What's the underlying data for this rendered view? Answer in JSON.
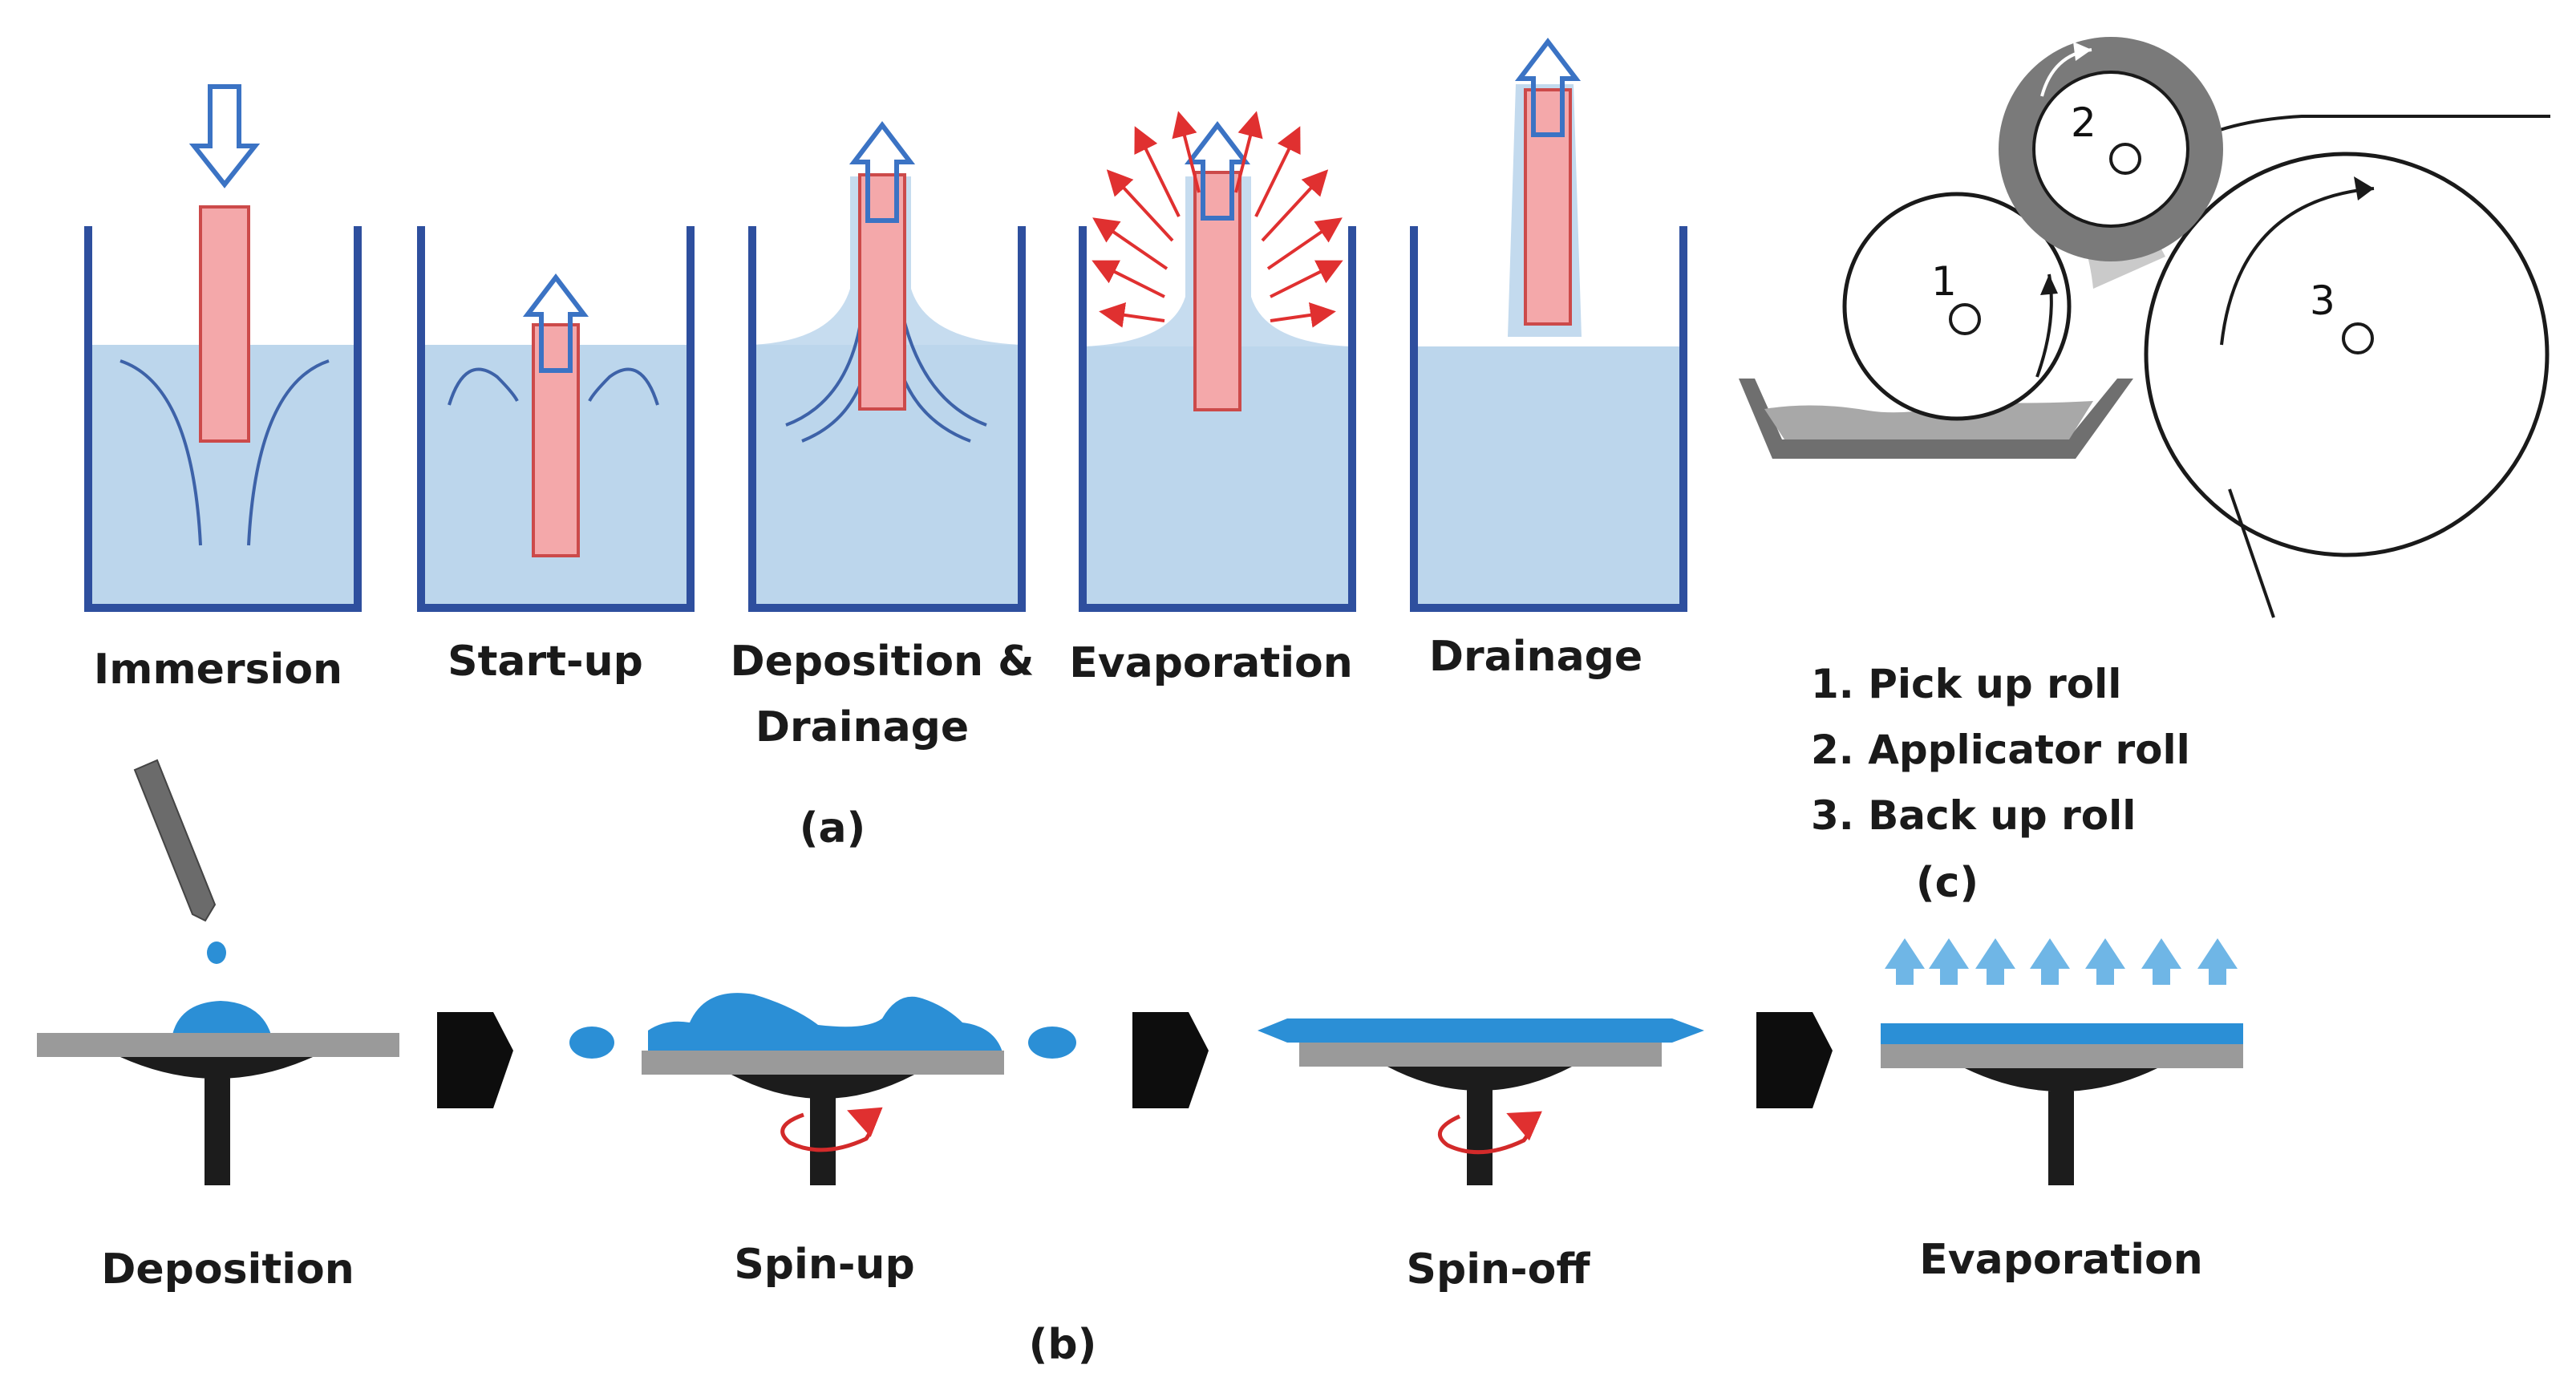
{
  "panel_a": {
    "caption": "(a)",
    "steps": [
      {
        "label_lines": [
          "Immersion"
        ]
      },
      {
        "label_lines": [
          "Start-up"
        ]
      },
      {
        "label_lines": [
          "Deposition &",
          "Drainage"
        ]
      },
      {
        "label_lines": [
          "Evaporation"
        ]
      },
      {
        "label_lines": [
          "Drainage"
        ]
      }
    ]
  },
  "panel_b": {
    "caption": "(b)",
    "steps": [
      {
        "label": "Deposition"
      },
      {
        "label": "Spin-up"
      },
      {
        "label": "Spin-off"
      },
      {
        "label": "Evaporation"
      }
    ]
  },
  "panel_c": {
    "caption": "(c)",
    "roll_numbers": [
      "1",
      "2",
      "3"
    ],
    "legend": [
      "1. Pick up roll",
      "2. Applicator roll",
      "3. Back up roll"
    ]
  },
  "colors": {
    "tank_outline": "#2e4f9e",
    "liquid": "#bcd6ec",
    "substrate_fill": "#f4a8aa",
    "substrate_edge": "#cc4a4a",
    "arrow": "#3b73c4",
    "evap_arrow": "#e03030",
    "coating": "#2b8fd6",
    "plate": "#9a9a9a",
    "chuck": "#1c1c1c",
    "rotation": "#d32a2a",
    "vapor": "#6fb6e6",
    "roll_shadow": "#bdbdbd"
  }
}
